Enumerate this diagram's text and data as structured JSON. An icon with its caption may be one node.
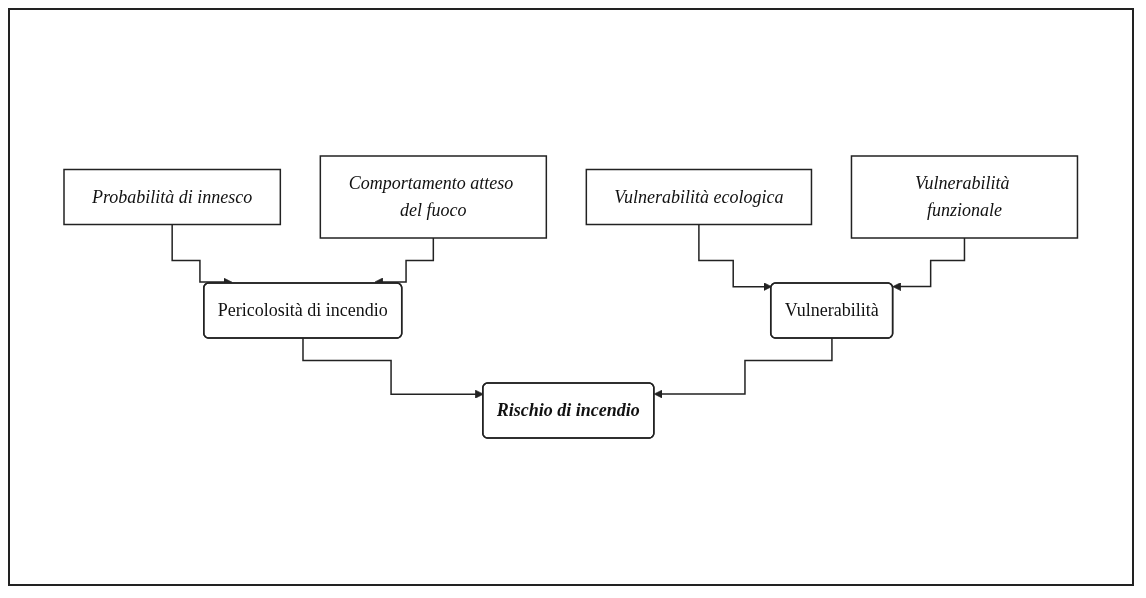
{
  "diagram": {
    "nodes": [
      {
        "text": [
          "Probabilità di innesco"
        ]
      },
      {
        "text": [
          "Comportamento atteso del fuoco"
        ]
      },
      {
        "text": [
          "Vulnerabilità ecologica"
        ]
      },
      {
        "text": [
          "Vulnerabilità funzionale"
        ]
      },
      {
        "text": [
          "Pericolosità di incendio"
        ]
      },
      {
        "text": [
          "Vulnerabilità"
        ]
      },
      {
        "text": [
          "Rischio di incendio"
        ]
      }
    ],
    "edges": [
      {
        "from": 0,
        "to": 4,
        "arrow": "to"
      },
      {
        "from": 1,
        "to": 4,
        "arrow": "to"
      },
      {
        "from": 2,
        "to": 5,
        "arrow": "to"
      },
      {
        "from": 3,
        "to": 5,
        "arrow": "to"
      },
      {
        "from": 4,
        "to": 6,
        "arrow": "to"
      },
      {
        "from": 5,
        "to": 6,
        "arrow": "to"
      }
    ]
  }
}
